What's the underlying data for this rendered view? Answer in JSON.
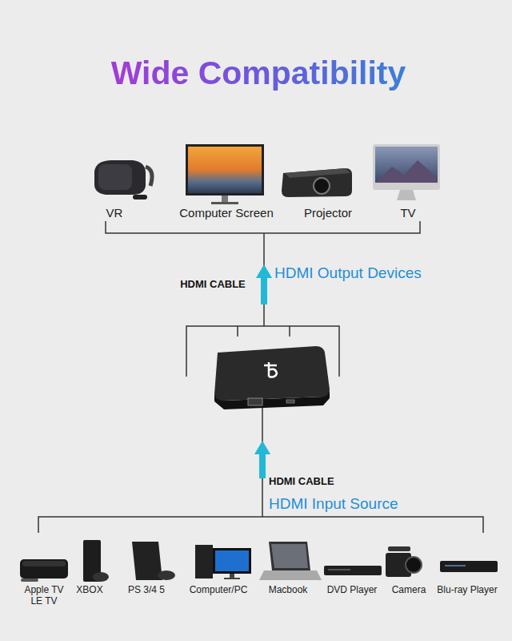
{
  "diagram": {
    "title": "Wide Compatibility",
    "labels": [
      "VR",
      "Computer Screen",
      "Projector",
      "TV",
      "HDMI CABLE",
      "HDMI Output Devices",
      "HDMI CABLE",
      "HDMI Input Source",
      "Apple TV LE TV",
      "XBOX",
      "PS 3/4 5",
      "Computer/PC",
      "Macbook",
      "DVD Player",
      "Camera",
      "Blu-ray Player"
    ]
  }
}
